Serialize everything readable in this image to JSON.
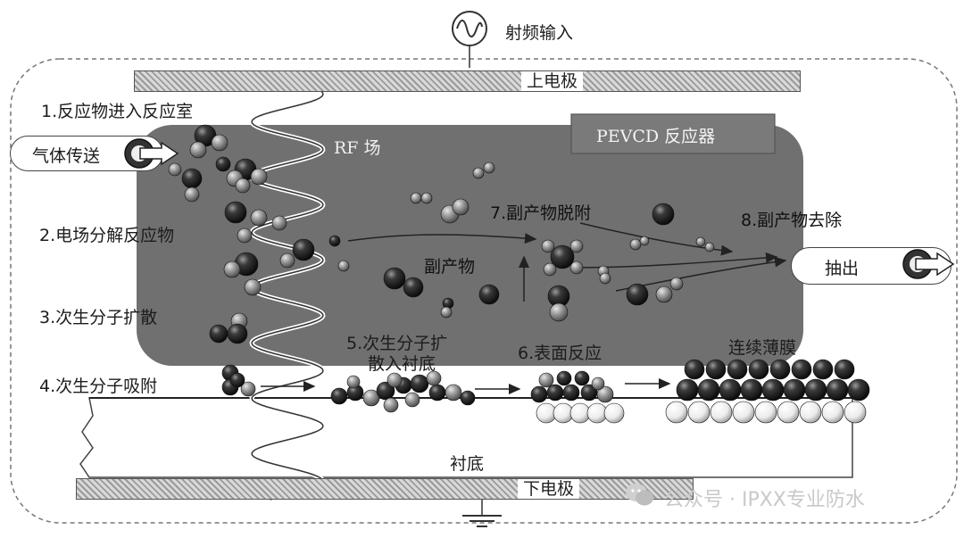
{
  "labels": {
    "rf_input": "射频输入",
    "top_electrode": "上电极",
    "bottom_electrode": "下电极",
    "reactor": "PEVCD 反应器",
    "rf_field": "RF 场",
    "gas_delivery": "气体传送",
    "exhaust": "抽出",
    "step1": "1.反应物进入反应室",
    "step2": "2.电场分解反应物",
    "step3": "3.次生分子扩散",
    "step4": "4.次生分子吸附",
    "step5_line1": "5.次生分子扩",
    "step5_line2": "散入衬底",
    "step6": "6.表面反应",
    "step7": "7.副产物脱附",
    "step8": "8.副产物去除",
    "byproduct": "副产物",
    "continuous_film": "连续薄膜",
    "substrate": "衬底"
  },
  "watermark": {
    "icon": "wechat-icon",
    "text": "公众号 · IPXX专业防水"
  },
  "colors": {
    "plasma_region": "#6e6e6e",
    "reactor_box": "#7d7d7d",
    "dark_molecule": "#1e1e1e",
    "gray_molecule": "#8a8a8a",
    "substrate_molecule": "#f2f2f2"
  }
}
